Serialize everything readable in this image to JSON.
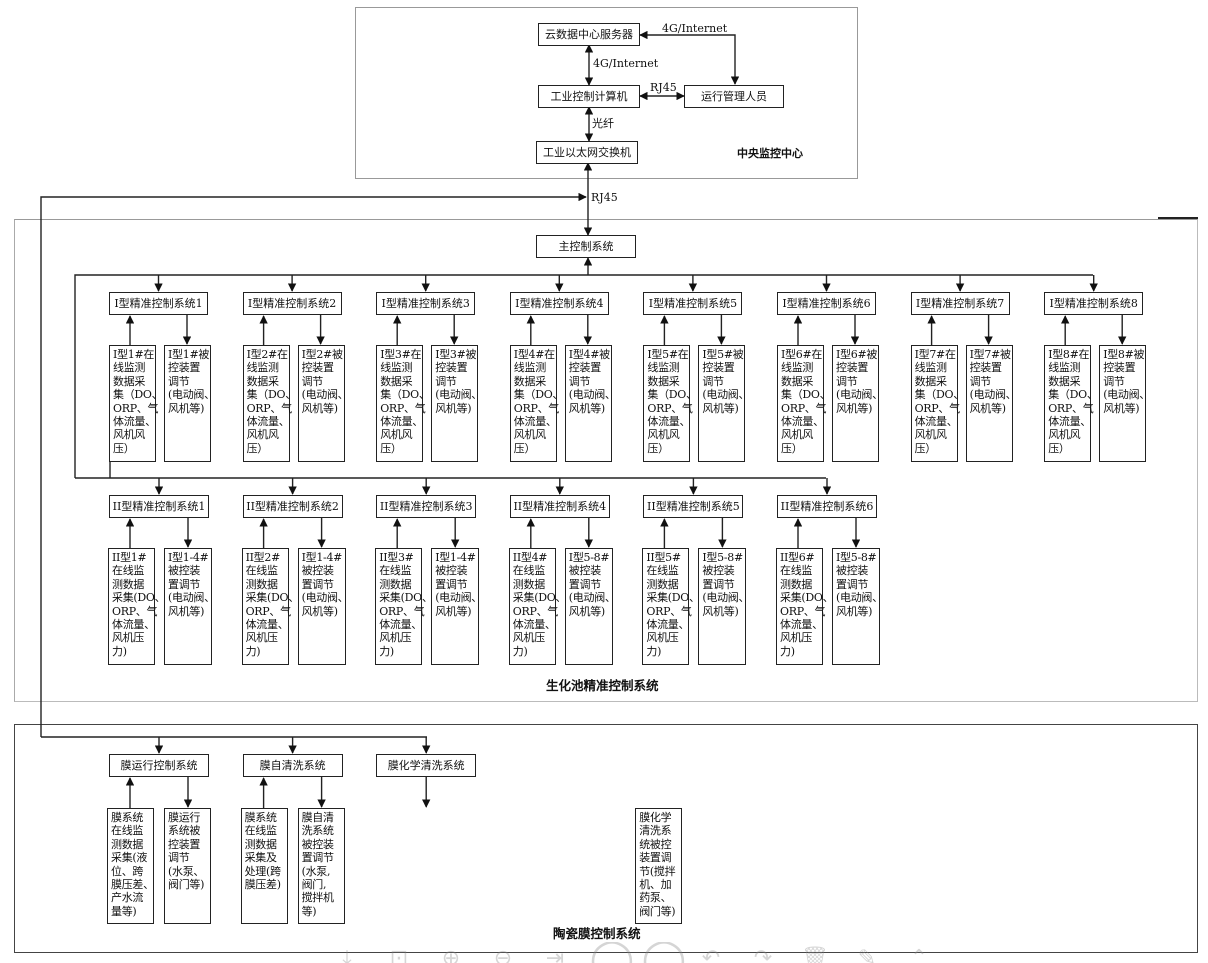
{
  "central": {
    "section_label": "中央监控中心",
    "cloud_server": "云数据中心服务器",
    "ipc": "工业控制计算机",
    "operators": "运行管理人员",
    "switch": "工业以太网交换机",
    "link_cloud_ops": "4G/Internet",
    "link_cloud_ipc": "4G/Internet",
    "link_ipc_ops": "RJ45",
    "link_ipc_switch": "光纤",
    "link_switch_down": "RJ45"
  },
  "bio": {
    "section_label": "生化池精准控制系统",
    "main": "主控制系统",
    "type1": [
      {
        "title": "I型精准控制系统1",
        "sensor": "I型1#在\n线监测\n数据采\n集（DO、\nORP、气\n体流量、\n风机风\n压）",
        "actuator": "I型1#被\n控装置\n调节\n(电动阀、\n风机等)"
      },
      {
        "title": "I型精准控制系统2",
        "sensor": "I型2#在\n线监测\n数据采\n集（DO、\nORP、气\n体流量、\n风机风\n压）",
        "actuator": "I型2#被\n控装置\n调节\n(电动阀、\n风机等)"
      },
      {
        "title": "I型精准控制系统3",
        "sensor": "I型3#在\n线监测\n数据采\n集（DO、\nORP、气\n体流量、\n风机风\n压）",
        "actuator": "I型3#被\n控装置\n调节\n(电动阀、\n风机等)"
      },
      {
        "title": "I型精准控制系统4",
        "sensor": "I型4#在\n线监测\n数据采\n集（DO、\nORP、气\n体流量、\n风机风\n压）",
        "actuator": "I型4#被\n控装置\n调节\n(电动阀、\n风机等)"
      },
      {
        "title": "I型精准控制系统5",
        "sensor": "I型5#在\n线监测\n数据采\n集（DO、\nORP、气\n体流量、\n风机风\n压）",
        "actuator": "I型5#被\n控装置\n调节\n(电动阀、\n风机等)"
      },
      {
        "title": "I型精准控制系统6",
        "sensor": "I型6#在\n线监测\n数据采\n集（DO、\nORP、气\n体流量、\n风机风\n压）",
        "actuator": "I型6#被\n控装置\n调节\n(电动阀、\n风机等)"
      },
      {
        "title": "I型精准控制系统7",
        "sensor": "I型7#在\n线监测\n数据采\n集（DO、\nORP、气\n体流量、\n风机风\n压）",
        "actuator": "I型7#被\n控装置\n调节\n(电动阀、\n风机等)"
      },
      {
        "title": "I型精准控制系统8",
        "sensor": "I型8#在\n线监测\n数据采\n集（DO、\nORP、气\n体流量、\n风机风\n压）",
        "actuator": "I型8#被\n控装置\n调节\n(电动阀、\n风机等)"
      }
    ],
    "type2": [
      {
        "title": "II型精准控制系统1",
        "sensor": "II型1#\n在线监\n测数据\n采集(DO、\nORP、气\n体流量、\n风机压\n力)",
        "actuator": "I型1-4#\n被控装\n置调节\n(电动阀、\n风机等)"
      },
      {
        "title": "II型精准控制系统2",
        "sensor": "II型2#\n在线监\n测数据\n采集(DO、\nORP、气\n体流量、\n风机压\n力)",
        "actuator": "I型1-4#\n被控装\n置调节\n(电动阀、\n风机等)"
      },
      {
        "title": "II型精准控制系统3",
        "sensor": "II型3#\n在线监\n测数据\n采集(DO、\nORP、气\n体流量、\n风机压\n力)",
        "actuator": "I型1-4#\n被控装\n置调节\n(电动阀、\n风机等)"
      },
      {
        "title": "II型精准控制系统4",
        "sensor": "II型4#\n在线监\n测数据\n采集(DO、\nORP、气\n体流量、\n风机压\n力)",
        "actuator": "I型5-8#\n被控装\n置调节\n(电动阀、\n风机等)"
      },
      {
        "title": "II型精准控制系统5",
        "sensor": "II型5#\n在线监\n测数据\n采集(DO、\nORP、气\n体流量、\n风机压\n力)",
        "actuator": "I型5-8#\n被控装\n置调节\n(电动阀、\n风机等)"
      },
      {
        "title": "II型精准控制系统6",
        "sensor": "II型6#\n在线监\n测数据\n采集(DO、\nORP、气\n体流量、\n风机压\n力)",
        "actuator": "I型5-8#\n被控装\n置调节\n(电动阀、\n风机等)"
      }
    ]
  },
  "membrane": {
    "section_label": "陶瓷膜控制系统",
    "systems": [
      {
        "title": "膜运行控制系统",
        "sensor": "膜系统\n在线监\n测数据\n采集(液\n位、跨\n膜压差、\n产水流\n量等)",
        "actuator": "膜运行\n系统被\n控装置\n调节\n(水泵、\n阀门等)"
      },
      {
        "title": "膜自清洗系统",
        "sensor": "膜系统\n在线监\n测数据\n采集及\n处理(跨\n膜压差)",
        "actuator": "膜自清\n洗系统\n被控装\n置调节\n(水泵,\n阀门,\n搅拌机\n等)"
      },
      {
        "title": "膜化学清洗系统",
        "actuator": "膜化学\n清洗系\n统被控\n装置调\n节(搅拌\n机、加\n药泵、\n阀门等)"
      }
    ]
  },
  "toolbar": {
    "icons": [
      "download-icon",
      "fit-page-icon",
      "zoom-in-icon",
      "zoom-out-icon",
      "next-page-icon",
      "rotate-left-icon",
      "rotate-right-icon",
      "undo-icon",
      "redo-icon",
      "delete-icon",
      "edit-icon",
      "scroll-up-icon"
    ]
  }
}
